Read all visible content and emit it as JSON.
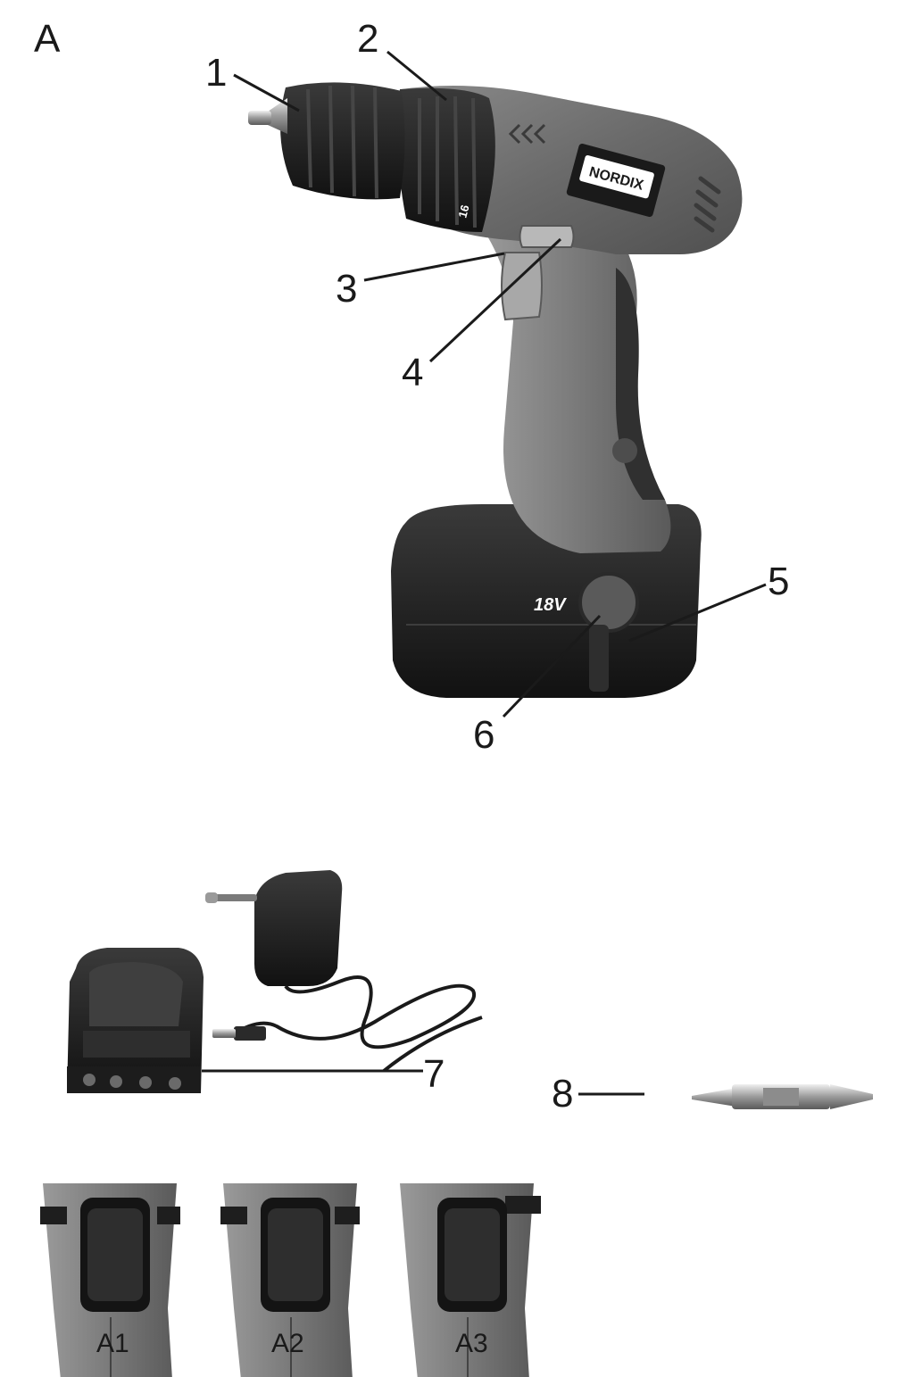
{
  "figure": {
    "letter": "A",
    "callouts": [
      "1",
      "2",
      "3",
      "4",
      "5",
      "6",
      "7",
      "8"
    ],
    "battery_voltage": "18V",
    "brand": "NORDIX",
    "chuck_scale": "16",
    "views": [
      {
        "caption": "A1"
      },
      {
        "caption": "A2"
      },
      {
        "caption": "A3"
      }
    ]
  },
  "colors": {
    "body_grey": "#6c6c6c",
    "dark": "#222222",
    "line": "#1a1a1a"
  }
}
